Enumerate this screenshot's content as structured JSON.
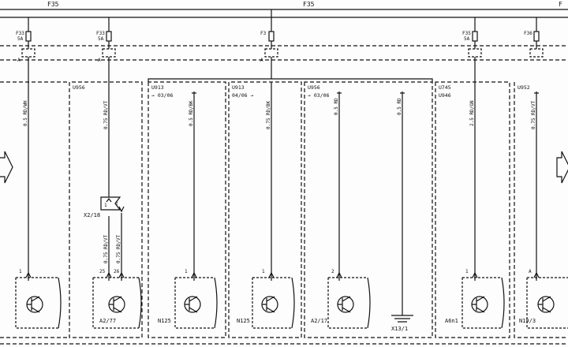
{
  "bus": {
    "left": "F35",
    "center": "F35",
    "right": "F"
  },
  "fuses": [
    {
      "id": "fuse-1",
      "code": "F33",
      "rating": "5A",
      "pin": "A"
    },
    {
      "id": "fuse-2",
      "code": "F33",
      "rating": "5A",
      "pin": "A"
    },
    {
      "id": "fuse-3",
      "code": "F3",
      "rating": "",
      "pin": "A"
    },
    {
      "id": "fuse-4",
      "code": "F35",
      "rating": "5A",
      "pin": ""
    },
    {
      "id": "fuse-5",
      "code": "F36",
      "rating": "",
      "pin": ""
    }
  ],
  "zones": [
    {
      "id": "zone-2",
      "code": "U956",
      "note": ""
    },
    {
      "id": "zone-3",
      "code": "U913",
      "note": "→ 03/06"
    },
    {
      "id": "zone-4",
      "code": "U913",
      "note": "04/06 →"
    },
    {
      "id": "zone-5",
      "code": "U956",
      "note": "→ 03/06"
    },
    {
      "id": "zone-6",
      "code": "U745",
      "note": "U946"
    },
    {
      "id": "zone-7",
      "code": "U952",
      "note": ""
    }
  ],
  "wires": [
    {
      "id": "w1",
      "label": "0.5 RD/WH"
    },
    {
      "id": "w2",
      "label": "0.75 RD/VT"
    },
    {
      "id": "w3",
      "label": "0.5 RD/BK"
    },
    {
      "id": "w4",
      "label": "0.75 RD/BK"
    },
    {
      "id": "w5",
      "label": "0.5 RD"
    },
    {
      "id": "w6",
      "label": "0.5 RD"
    },
    {
      "id": "w7",
      "label": "2.5 RD/GN"
    },
    {
      "id": "w8",
      "label": "0.75 RD/VT"
    },
    {
      "id": "w9a",
      "label": "0.75 RD/VT"
    },
    {
      "id": "w9b",
      "label": "0.75 RD/VT"
    }
  ],
  "connector": {
    "code": "X2/18",
    "pin1": "1",
    "pin2": "2"
  },
  "components": [
    {
      "id": "c1",
      "code": "",
      "pin_a": "1",
      "pin_b": ""
    },
    {
      "id": "c2",
      "code": "A2/77",
      "pin_a": "25",
      "pin_b": "26"
    },
    {
      "id": "c3",
      "code": "N125",
      "pin_a": "1",
      "pin_b": ""
    },
    {
      "id": "c4",
      "code": "N125",
      "pin_a": "1",
      "pin_b": ""
    },
    {
      "id": "c5",
      "code": "A2/17",
      "pin_a": "2",
      "pin_b": ""
    },
    {
      "id": "c6",
      "code": "X13/1",
      "pin_a": "",
      "pin_b": ""
    },
    {
      "id": "c7",
      "code": "A6n1",
      "pin_a": "1",
      "pin_b": ""
    },
    {
      "id": "c8",
      "code": "N19/3",
      "pin_a": "A",
      "pin_b": ""
    }
  ]
}
